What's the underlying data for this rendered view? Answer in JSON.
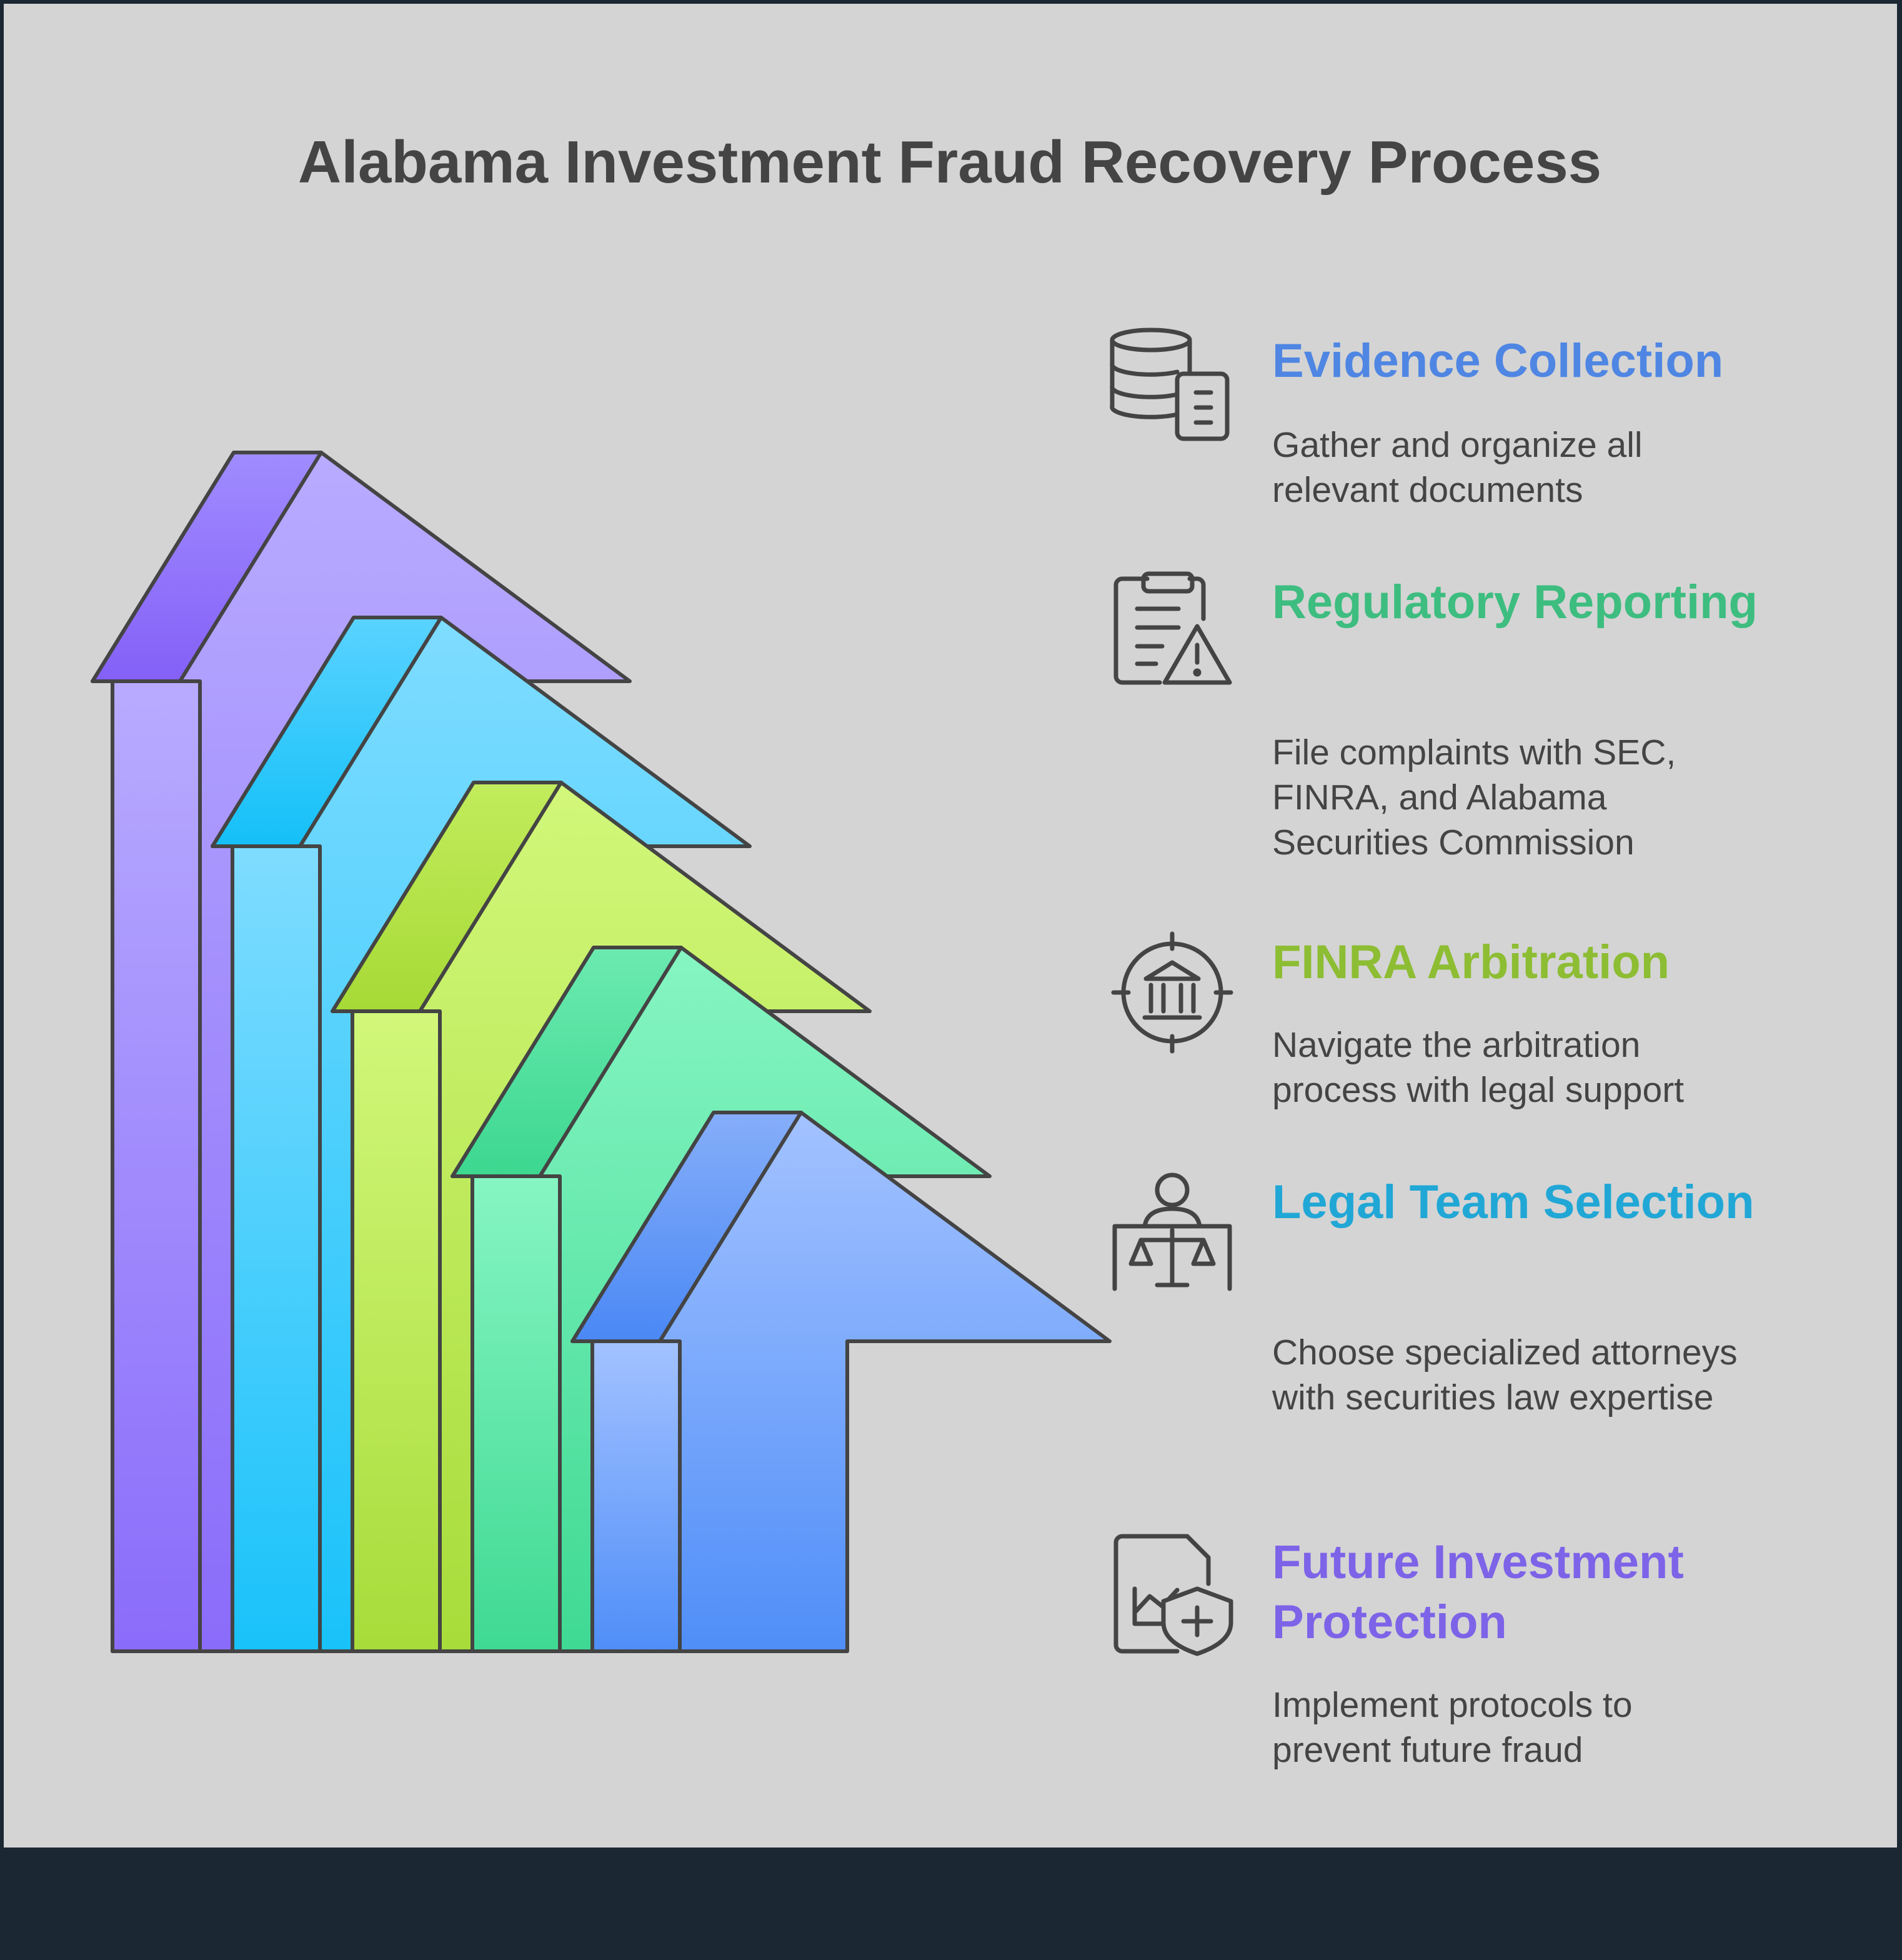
{
  "title": "Alabama Investment Fraud Recovery Process",
  "steps": [
    {
      "title": "Evidence Collection",
      "description": "Gather and organize all relevant documents",
      "color": "#4f86e3",
      "icon": "database-document-icon"
    },
    {
      "title": "Regulatory Reporting",
      "description": "File complaints with SEC, FINRA, and Alabama Securities Commission",
      "color": "#3dbd7f",
      "icon": "clipboard-warning-icon"
    },
    {
      "title": "FINRA Arbitration",
      "description": "Navigate the arbitration process with legal support",
      "color": "#8dbd33",
      "icon": "target-courthouse-icon"
    },
    {
      "title": "Legal Team Selection",
      "description": "Choose specialized attorneys with securities law expertise",
      "color": "#21a7d6",
      "icon": "person-scales-icon"
    },
    {
      "title": "Future Investment Protection",
      "description": "Implement protocols to prevent future fraud",
      "color": "#7d63e8",
      "icon": "chart-shield-icon"
    }
  ],
  "arrow_colors": [
    {
      "light": "#b8abff",
      "dark": "#8a6cfa",
      "bevel_top": "#a08cff",
      "bevel_bottom": "#8460f7"
    },
    {
      "light": "#7fdcff",
      "dark": "#19c2fa",
      "bevel_top": "#5ad3ff",
      "bevel_bottom": "#14c0f8"
    },
    {
      "light": "#d2f77a",
      "dark": "#a7dc3a",
      "bevel_top": "#c2ec5c",
      "bevel_bottom": "#a6da36"
    },
    {
      "light": "#86f5c2",
      "dark": "#3fd993",
      "bevel_top": "#6ceab0",
      "bevel_bottom": "#3cd790"
    },
    {
      "light": "#a3c2ff",
      "dark": "#4f8ef8",
      "bevel_top": "#86aef9",
      "bevel_bottom": "#4a88f5"
    }
  ]
}
